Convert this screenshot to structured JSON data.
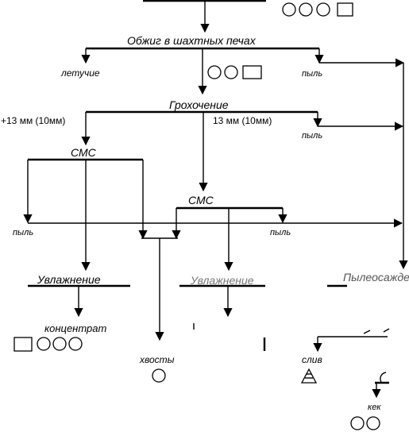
{
  "nodes": {
    "roasting": "Обжиг в шахтных печах",
    "screening": "Грохочение",
    "cms_left": "СМС",
    "cms_center": "СМС",
    "wetting_left": "Увлажнение",
    "wetting_center": "Увлажнение",
    "right_op_partial": "Пылеосаждение"
  },
  "labels": {
    "volatiles": "летучие",
    "dust_1": "пыль",
    "oversize": "+13 мм (10мм)",
    "undersize": "13 мм (10мм)",
    "dust_2": "пыль",
    "dust_3": "пыль",
    "dust_4": "пыль",
    "concentrate": "концентрат",
    "tailings": "хвосты",
    "drain": "слив",
    "cake": "кек"
  }
}
